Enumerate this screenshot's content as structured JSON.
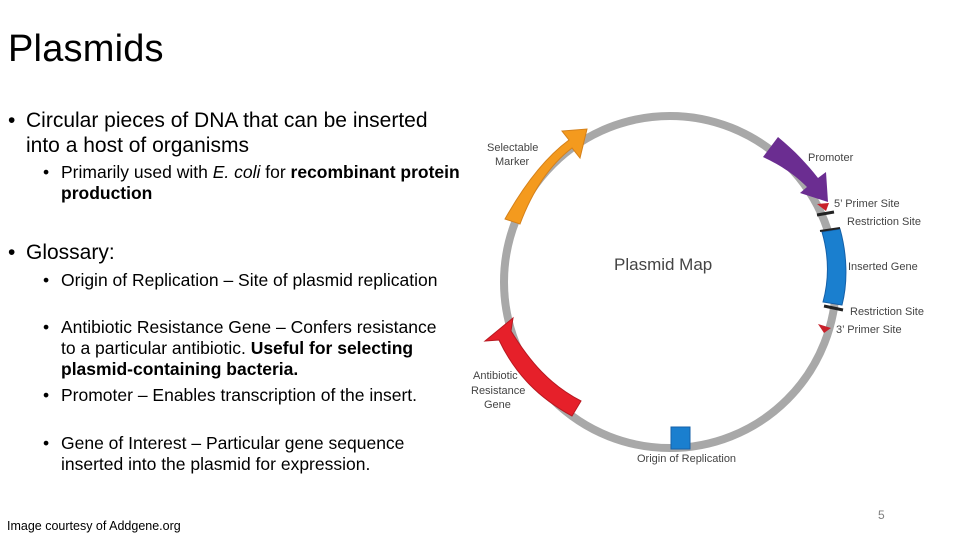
{
  "title": "Plasmids",
  "bullets": {
    "b1_pre": "Circular pieces of DNA that can be inserted into a host of organisms",
    "b1_sub_pre": "Primarily used with ",
    "b1_sub_ital": "E. coli",
    "b1_sub_mid": " for ",
    "b1_sub_bold": "recombinant protein production",
    "b2": "Glossary:",
    "g1": "Origin of Replication – Site of plasmid replication",
    "g2_pre": "Antibiotic Resistance Gene – Confers resistance to a particular antibiotic.  ",
    "g2_bold": "Useful for selecting plasmid-containing bacteria.",
    "g3": "Promoter – Enables transcription of the insert.",
    "g4": "Gene of Interest – Particular gene sequence inserted into the plasmid for expression."
  },
  "credit": "Image courtesy of Addgene.org",
  "page_number": "5",
  "map": {
    "center_title": "Plasmid Map",
    "labels": {
      "selectable_1": "Selectable",
      "selectable_2": "Marker",
      "promoter": "Promoter",
      "primer5": "5’ Primer Site",
      "restriction1": "Restriction Site",
      "inserted": "Inserted Gene",
      "restriction2": "Restriction Site",
      "primer3": "3’ Primer Site",
      "antibiotic_1": "Antibiotic",
      "antibiotic_2": "Resistance",
      "antibiotic_3": "Gene",
      "origin": "Origin of Replication"
    },
    "colors": {
      "ring": "#a8a8a8",
      "selectable": "#f49a1e",
      "promoter": "#6b2d91",
      "inserted": "#1a7fcf",
      "antibiotic": "#e6202a",
      "origin": "#1a7fcf",
      "site": "#c8202a"
    }
  }
}
